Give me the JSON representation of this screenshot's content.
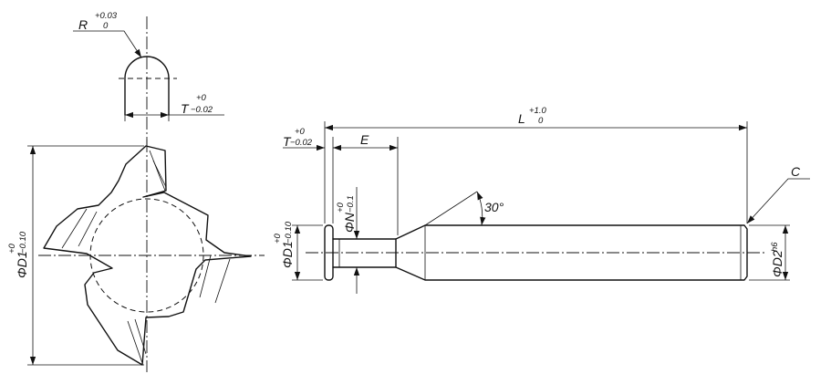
{
  "labels": {
    "radius": "R",
    "radius_tol_upper": "+0.03",
    "radius_tol_lower": "0",
    "thickness_top": "T",
    "thickness_top_tol_upper": "+0",
    "thickness_top_tol_lower": "−0.02",
    "thickness_side": "T",
    "thickness_side_tol_upper": "+0",
    "thickness_side_tol_lower": "−0.02",
    "length": "L",
    "length_tol_upper": "+1.0",
    "length_tol_lower": "0",
    "neck_length": "E",
    "chamfer": "C",
    "angle": "30°",
    "neck_dia": "ΦN",
    "neck_dia_tol_upper": "+0",
    "neck_dia_tol_lower": "−0.1",
    "cutter_dia_front": "ΦD1",
    "cutter_dia_front_tol_upper": "+0",
    "cutter_dia_front_tol_lower": "−0.10",
    "cutter_dia_side": "ΦD1",
    "cutter_dia_side_tol_upper": "+0",
    "cutter_dia_side_tol_lower": "−0.10",
    "shank_dia": "ΦD2",
    "shank_fit": "h6"
  }
}
